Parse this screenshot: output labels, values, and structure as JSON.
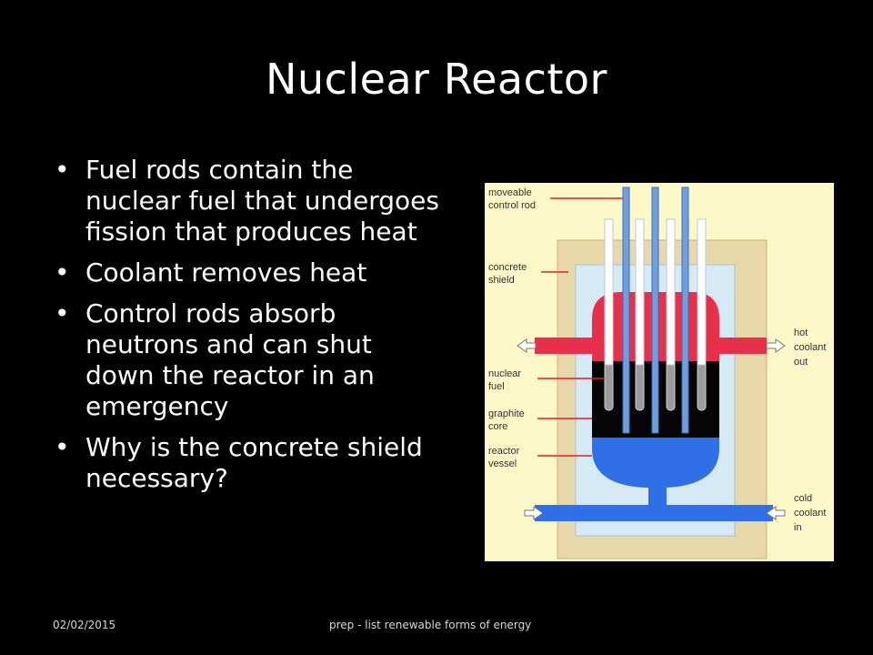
{
  "slide": {
    "title": "Nuclear Reactor",
    "bullets": [
      "Fuel rods contain the nuclear fuel that undergoes fission that produces heat",
      "Coolant removes heat",
      "Control rods absorb neutrons and can shut down the reactor in an emergency",
      "Why is the concrete shield necessary?"
    ],
    "bullet_glyph": "•"
  },
  "diagram": {
    "labels": {
      "control_rod_1": "moveable",
      "control_rod_2": "control rod",
      "shield_1": "concrete",
      "shield_2": "shield",
      "fuel_1": "nuclear",
      "fuel_2": "fuel",
      "graphite_1": "graphite",
      "graphite_2": "core",
      "vessel_1": "reactor",
      "vessel_2": "vessel",
      "hot_1": "hot",
      "hot_2": "coolant",
      "hot_3": "out",
      "cold_1": "cold",
      "cold_2": "coolant",
      "cold_3": "in"
    },
    "colors": {
      "background": "#fdf8c8",
      "concrete": "#e8d7a8",
      "vessel_inner": "#d6eaf6",
      "hot_coolant": "#e8304a",
      "cold_coolant": "#2f6fe8",
      "graphite": "#050505",
      "control_rod": "#6f9fe0",
      "leader_line": "#e02020"
    }
  },
  "footer": {
    "date": "02/02/2015",
    "note": "prep - list renewable forms of energy"
  }
}
